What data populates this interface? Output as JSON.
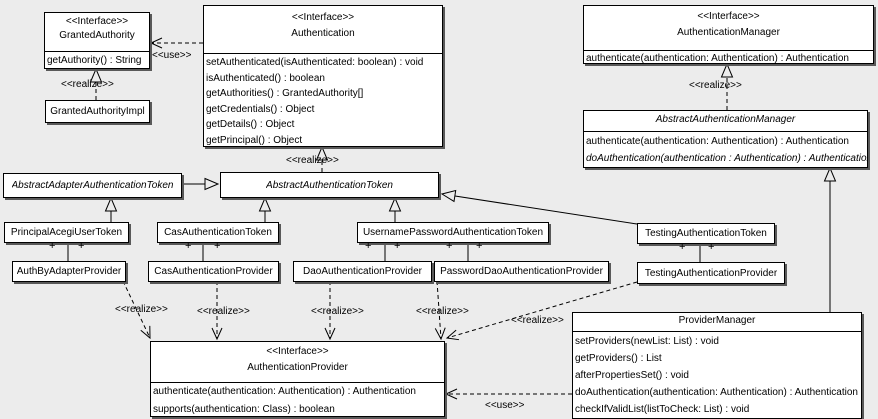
{
  "labels": {
    "use": "<<use>>",
    "realize": "<<realize>>",
    "plus": "+"
  },
  "colors": {
    "background": "#ececec",
    "box_fill": "#ffffff",
    "line": "#000000",
    "shadow": "#595959"
  },
  "classes": {
    "granted_authority": {
      "stereotype": "<<Interface>>",
      "name": "GrantedAuthority",
      "methods": [
        "getAuthority() : String"
      ]
    },
    "granted_authority_impl": {
      "name": "GrantedAuthorityImpl"
    },
    "authentication": {
      "stereotype": "<<Interface>>",
      "name": "Authentication",
      "methods": [
        "setAuthenticated(isAuthenticated: boolean) : void",
        "isAuthenticated() : boolean",
        "getAuthorities() : GrantedAuthority[]",
        "getCredentials() : Object",
        "getDetails() : Object",
        "getPrincipal() : Object"
      ]
    },
    "authentication_manager": {
      "stereotype": "<<Interface>>",
      "name": "AuthenticationManager",
      "methods": [
        "authenticate(authentication: Authentication) : Authentication"
      ]
    },
    "abstract_authentication_manager": {
      "name": "AbstractAuthenticationManager",
      "methods": [
        "authenticate(authentication: Authentication) : Authentication",
        "doAuthentication(authentication : Authentication) : Authentication"
      ]
    },
    "abstract_adapter_authentication_token": {
      "name": "AbstractAdapterAuthenticationToken"
    },
    "abstract_authentication_token": {
      "name": "AbstractAuthenticationToken"
    },
    "principal_acegi_user_token": {
      "name": "PrincipalAcegiUserToken"
    },
    "cas_authentication_token": {
      "name": "CasAuthenticationToken"
    },
    "username_password_authentication_token": {
      "name": "UsernamePasswordAuthenticationToken"
    },
    "testing_authentication_token": {
      "name": "TestingAuthenticationToken"
    },
    "auth_by_adapter_provider": {
      "name": "AuthByAdapterProvider"
    },
    "cas_authentication_provider": {
      "name": "CasAuthenticationProvider"
    },
    "dao_authentication_provider": {
      "name": "DaoAuthenticationProvider"
    },
    "password_dao_authentication_provider": {
      "name": "PasswordDaoAuthenticationProvider"
    },
    "testing_authentication_provider": {
      "name": "TestingAuthenticationProvider"
    },
    "authentication_provider": {
      "stereotype": "<<Interface>>",
      "name": "AuthenticationProvider",
      "methods": [
        "authenticate(authentication: Authentication) : Authentication",
        "supports(authentication: Class) : boolean"
      ]
    },
    "provider_manager": {
      "name": "ProviderManager",
      "methods": [
        "setProviders(newList: List) : void",
        "getProviders() : List",
        "afterPropertiesSet() : void",
        "doAuthentication(authentication: Authentication) : Authentication",
        "checkIfValidList(listToCheck: List) : void"
      ]
    }
  }
}
